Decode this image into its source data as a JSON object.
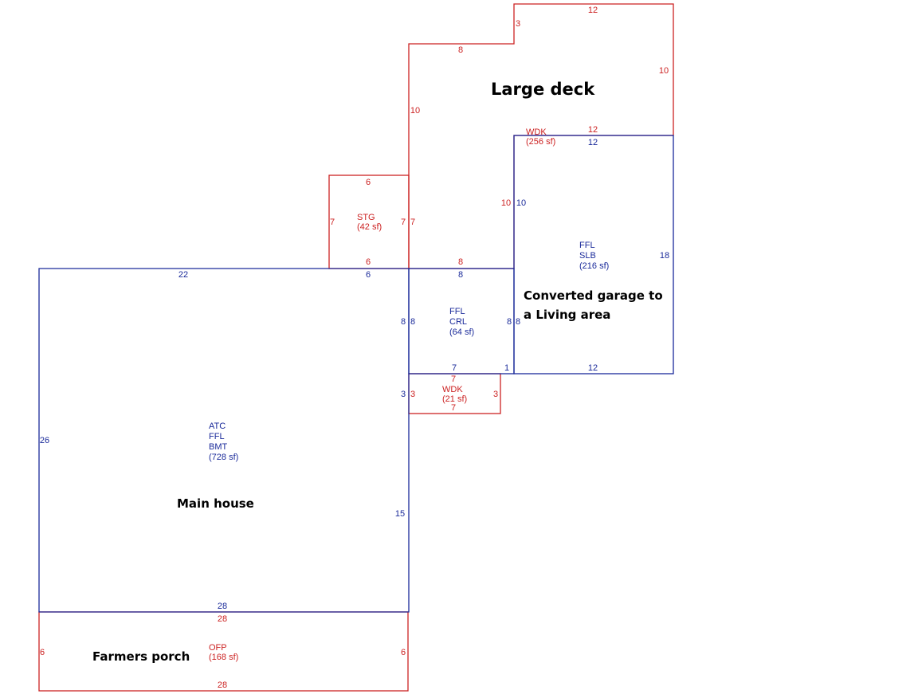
{
  "colors": {
    "red": "#cc2222",
    "blue": "#1a2a9a",
    "text": "#000000"
  },
  "annotations": {
    "large_deck": "Large deck",
    "converted_garage_1": "Converted garage to",
    "converted_garage_2": "a Living area",
    "main_house": "Main house",
    "farmers_porch": "Farmers porch"
  },
  "areas": {
    "large_deck": {
      "lines": [
        "WDK",
        "(256 sf)"
      ]
    },
    "storage": {
      "lines": [
        "STG",
        "(42 sf)"
      ]
    },
    "garage": {
      "lines": [
        "FFL",
        "SLB",
        "(216 sf)"
      ]
    },
    "crawl": {
      "lines": [
        "FFL",
        "CRL",
        "(64 sf)"
      ]
    },
    "small_deck": {
      "lines": [
        "WDK",
        "(21 sf)"
      ]
    },
    "main_house": {
      "lines": [
        "ATC",
        "FFL",
        "BMT",
        "(728 sf)"
      ]
    },
    "porch": {
      "lines": [
        "OFP",
        "(168 sf)"
      ]
    }
  },
  "dimensions": {
    "deck_top_12": "12",
    "deck_notch_3": "3",
    "deck_top_8": "8",
    "deck_right_10": "10",
    "deck_left_10": "10",
    "deck_bottom_12": "12",
    "deck_inner_10": "10",
    "deck_bottom_8": "8",
    "garage_top_12": "12",
    "garage_left_10": "10",
    "garage_right_18": "18",
    "garage_bottom_12": "12",
    "stg_top_6": "6",
    "stg_left_7": "7",
    "stg_right_7": "7",
    "stg_right_7b": "7",
    "stg_bottom_6": "6",
    "house_top_22": "22",
    "house_top_6": "6",
    "house_left_26": "26",
    "house_right_15": "15",
    "house_bottom_28": "28",
    "house_right_3": "3",
    "house_right_8": "8",
    "crl_top_8": "8",
    "crl_left_8": "8",
    "crl_right_8": "8",
    "crl_right_8b": "8",
    "crl_bottom_7": "7",
    "crl_bottom_1": "1",
    "wdk_top_7": "7",
    "wdk_left_3": "3",
    "wdk_right_3": "3",
    "wdk_bottom_7": "7",
    "porch_top_28": "28",
    "porch_left_6": "6",
    "porch_right_6": "6",
    "porch_bottom_28": "28"
  }
}
